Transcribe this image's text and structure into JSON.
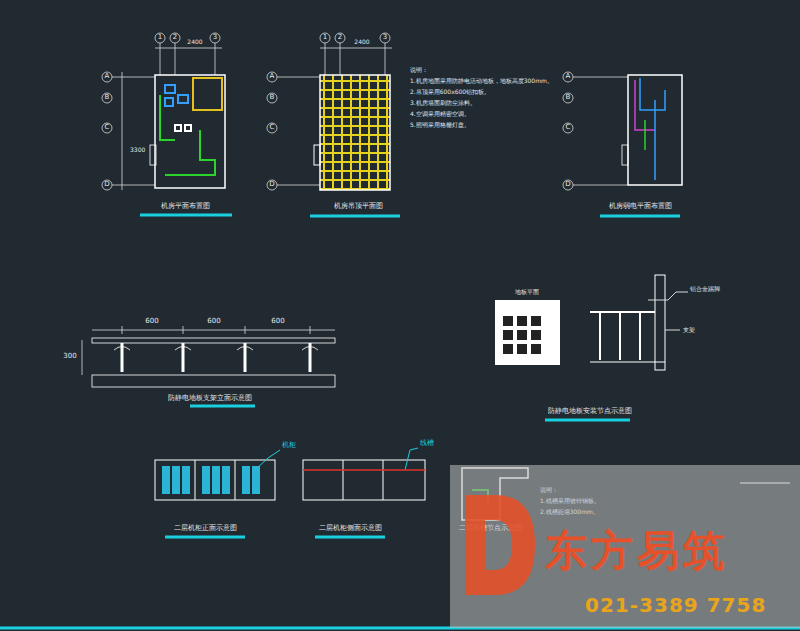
{
  "diagram": {
    "nodes": [
      {
        "text": [
          "东方易筑",
          "021-3389 7758"
        ]
      }
    ],
    "labels": [
      "1",
      "2",
      "3",
      "2400",
      "A",
      "B",
      "C",
      "D",
      "3300",
      "机房平面布置图",
      "1",
      "2",
      "3",
      "2400",
      "A",
      "B",
      "C",
      "D",
      "机房吊顶平面图",
      "说明：",
      "1.机房地面采用防静电活动地板，地板高度300mm。",
      "2.吊顶采用600x600铝扣板。",
      "3.机房墙面刷防尘涂料。",
      "4.空调采用精密空调。",
      "5.照明采用格栅灯盘。",
      "A",
      "B",
      "C",
      "D",
      "机房弱电平面布置图",
      "600",
      "600",
      "600",
      "300",
      "防静电地板支架立面示意图",
      "地板平面",
      "铝合金踢脚",
      "支架",
      "防静电地板安装节点示意图",
      "机柜",
      "二层机柜正面示意图",
      "线槽",
      "二层机柜侧面示意图",
      "二层线槽节点示意图",
      "说明：",
      "1.线槽采用镀锌钢板。",
      "2.线槽距墙300mm。"
    ]
  }
}
